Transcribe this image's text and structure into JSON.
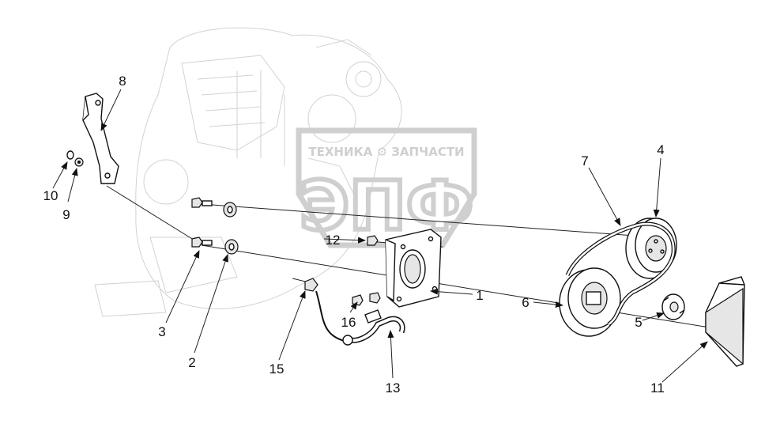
{
  "watermark": {
    "top_text": "ТЕХНИКА ⚙ ЗАПЧАСТИ",
    "logo": "ЭПФ",
    "color": "#d0d0d0"
  },
  "callouts": [
    {
      "id": "1",
      "label": "1"
    },
    {
      "id": "2",
      "label": "2"
    },
    {
      "id": "3",
      "label": "3"
    },
    {
      "id": "4",
      "label": "4"
    },
    {
      "id": "5",
      "label": "5"
    },
    {
      "id": "6",
      "label": "6"
    },
    {
      "id": "7",
      "label": "7"
    },
    {
      "id": "8",
      "label": "8"
    },
    {
      "id": "9",
      "label": "9"
    },
    {
      "id": "10",
      "label": "10"
    },
    {
      "id": "11",
      "label": "11"
    },
    {
      "id": "12",
      "label": "12"
    },
    {
      "id": "13",
      "label": "13"
    },
    {
      "id": "15",
      "label": "15"
    },
    {
      "id": "16",
      "label": "16"
    }
  ],
  "colors": {
    "ink": "#111111",
    "ghost_engine": "#d2d2d2"
  }
}
